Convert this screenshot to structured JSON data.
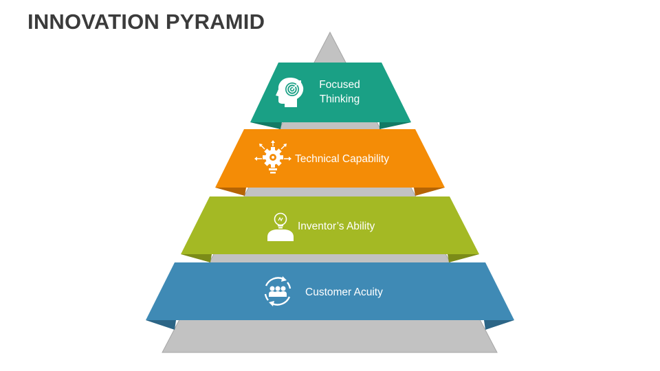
{
  "title": "INNOVATION PYRAMID",
  "colors": {
    "title": "#3b3b3b",
    "pyramid_face": "#c2c2c2",
    "pyramid_edge": "#a5a5a5",
    "tier_1": "#1aa085",
    "tier_1_fold": "#127a65",
    "tier_2": "#f48c06",
    "tier_2_fold": "#b56404",
    "tier_3": "#a4b924",
    "tier_3_fold": "#7b8b18",
    "tier_4": "#3f8ab5",
    "tier_4_fold": "#2c6586",
    "label": "#ffffff"
  },
  "tiers": [
    {
      "label_line1": "Focused",
      "label_line2": "Thinking",
      "icon": "head-target-icon"
    },
    {
      "label": "Technical Capability",
      "icon": "gear-bulb-icon"
    },
    {
      "label": "Inventor’s Ability",
      "icon": "person-lightbulb-icon"
    },
    {
      "label": "Customer Acuity",
      "icon": "customer-group-icon"
    }
  ]
}
